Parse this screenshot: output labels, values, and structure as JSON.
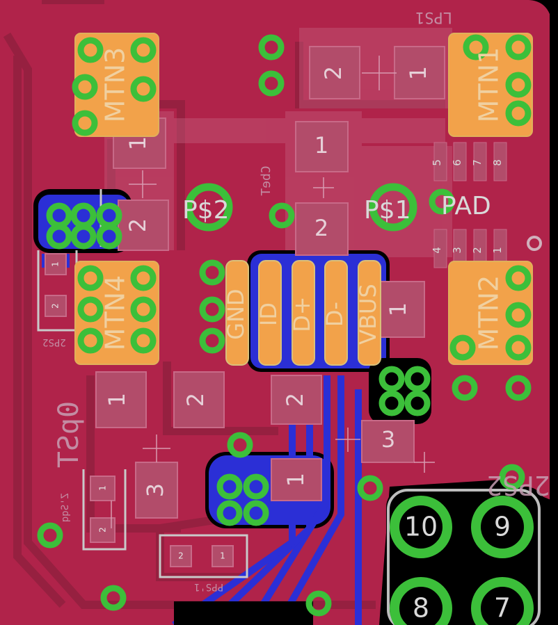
{
  "colors": {
    "background": "#000000",
    "copper_top": "#b0234a",
    "copper_top_trace": "#a02640",
    "copper_bottom": "#2b2fd6",
    "pad": "#b24c6a",
    "pad_outline": "#c86a88",
    "mtn_pad": "#f2a24a",
    "via": "#3cbf3a",
    "silk_white": "#d9d9d9",
    "silk_dim": "#c7a0b4"
  },
  "header": {
    "part_name": "LPS1"
  },
  "pads": {
    "top_left_1": "1",
    "top_left_2": "2",
    "top_mid_2": "2",
    "top_mid_1": "1",
    "mid_1": "1",
    "mid_2": "2",
    "left_1": "1",
    "left_2": "2",
    "lower_1": "1",
    "lower_2": "2",
    "lower_3": "3",
    "center_2": "2",
    "center_1": "1",
    "right_3": "3",
    "right_1": "1",
    "small_a_1": "1",
    "small_a_2": "2",
    "small_b_1": "1",
    "small_b_2": "2",
    "small_c_1": "1",
    "small_c_2": "2"
  },
  "test_points": {
    "p2": "P$2",
    "p1": "P$1",
    "pad": "PAD"
  },
  "mounting": {
    "mtn1": "MTN1",
    "mtn2": "MTN2",
    "mtn3": "MTN3",
    "mtn4": "MTN4"
  },
  "usb": {
    "pins": [
      "GND",
      "ID",
      "D+",
      "D-",
      "VBUS"
    ]
  },
  "pad_pins": {
    "top": [
      "5",
      "6",
      "7",
      "8"
    ],
    "bottom": [
      "4",
      "3",
      "2",
      "1"
    ]
  },
  "connector": {
    "pin_10": "10",
    "pin_9": "9",
    "pin_8": "8",
    "pin_7": "7"
  },
  "silkscreen": {
    "r1": "0pST",
    "r2": "CbeT",
    "r3": "2PS2",
    "r4": "2PS2",
    "r5": "Z'Sqq",
    "r6": "PPS'1"
  }
}
